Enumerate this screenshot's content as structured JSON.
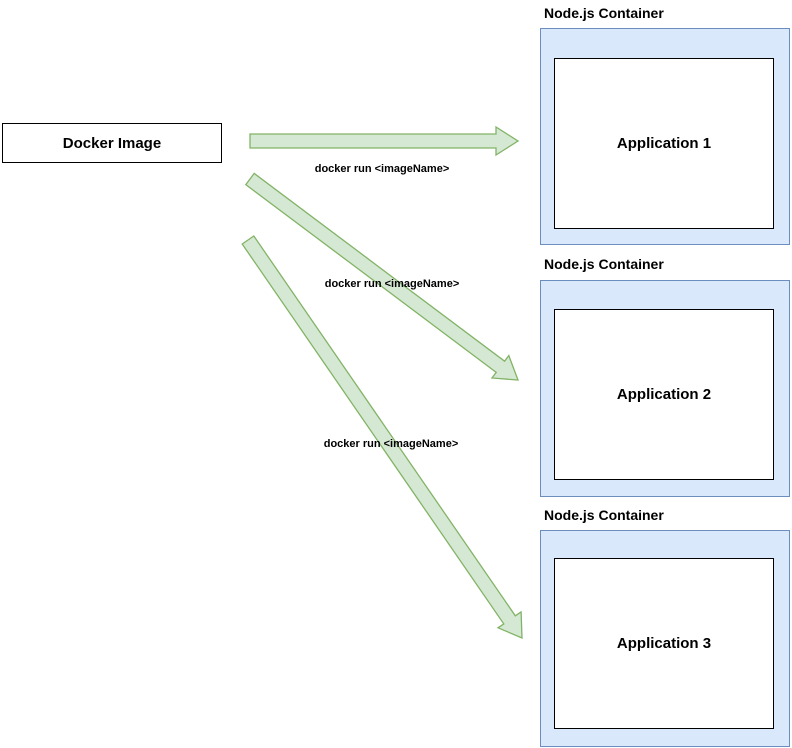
{
  "diagram": {
    "source_box": {
      "label": "Docker Image"
    },
    "containers": [
      {
        "title": "Node.js Container",
        "app_label": "Application 1"
      },
      {
        "title": "Node.js Container",
        "app_label": "Application 2"
      },
      {
        "title": "Node.js Container",
        "app_label": "Application 3"
      }
    ],
    "arrows": [
      {
        "label": "docker run <imageName>"
      },
      {
        "label": "docker run <imageName>"
      },
      {
        "label": "docker run <imageName>"
      }
    ],
    "colors": {
      "arrow_fill": "#d5e8d4",
      "arrow_stroke": "#82b366",
      "container_fill": "#dae8fc",
      "container_stroke": "#6c8ebf",
      "box_fill": "#ffffff",
      "box_stroke": "#000000",
      "text_color": "#000000"
    }
  }
}
